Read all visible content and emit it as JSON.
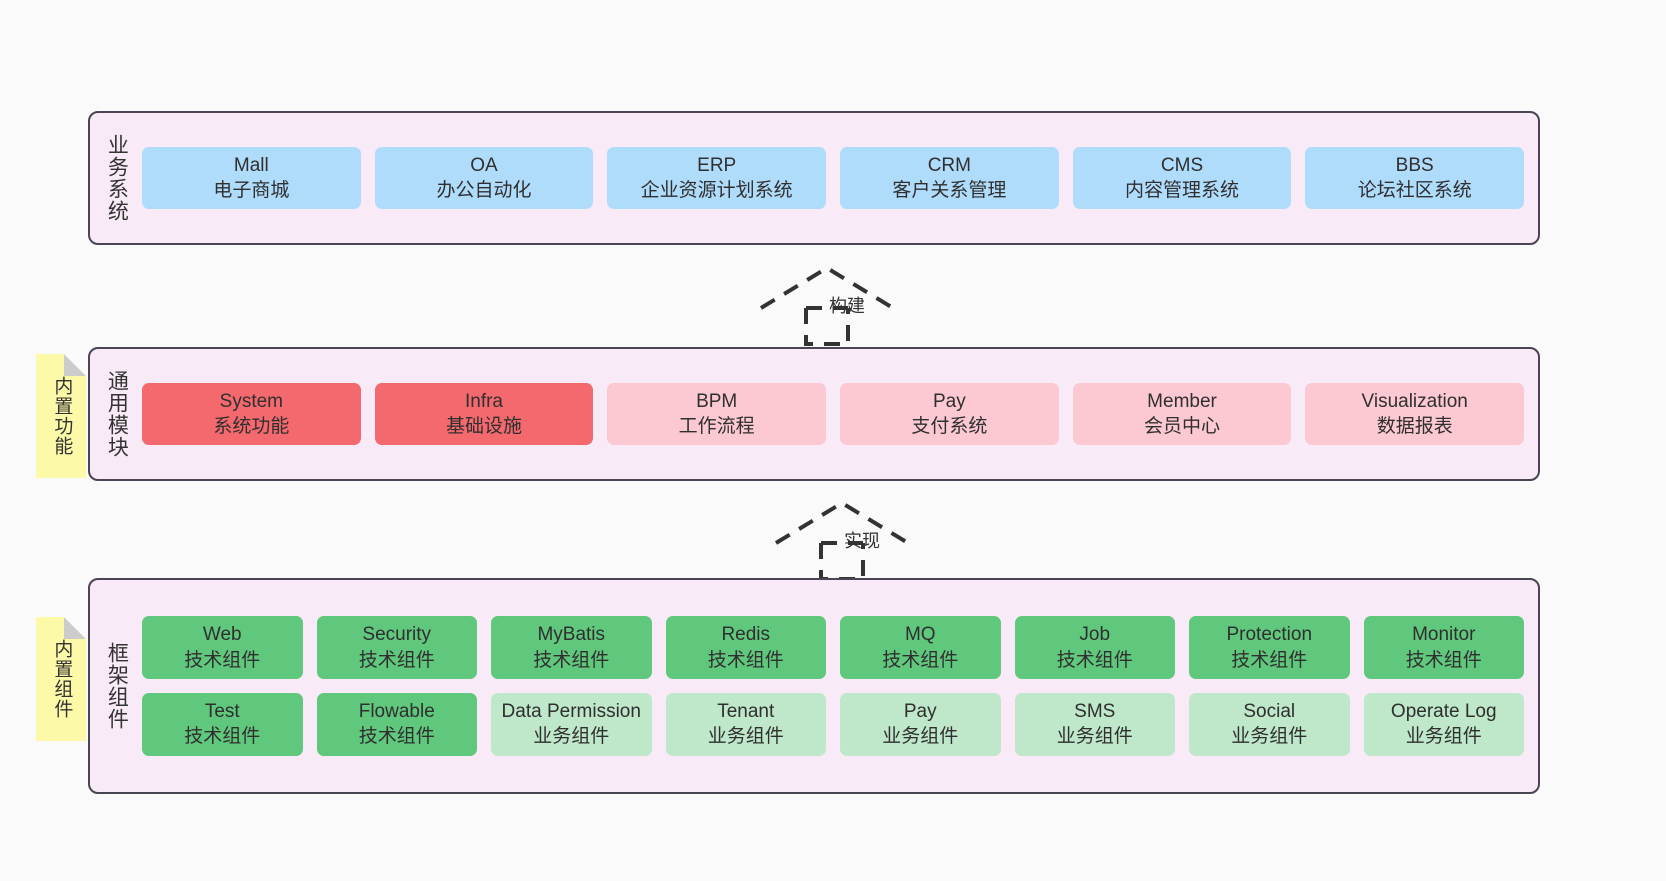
{
  "diagram": {
    "background_color": "#fafafa",
    "container_fill": "#f8eaf6",
    "container_border": "#4b4453",
    "note_fill": "#fcfaa8",
    "note_fold": "#cccccc"
  },
  "layers": [
    {
      "id": "business-system",
      "title": "业务系统",
      "note": null,
      "rows": [
        {
          "style": "blue",
          "color": "#b0dcfc",
          "cards": [
            {
              "en": "Mall",
              "cn": "电子商城"
            },
            {
              "en": "OA",
              "cn": "办公自动化"
            },
            {
              "en": "ERP",
              "cn": "企业资源计划系统"
            },
            {
              "en": "CRM",
              "cn": "客户关系管理"
            },
            {
              "en": "CMS",
              "cn": "内容管理系统"
            },
            {
              "en": "BBS",
              "cn": "论坛社区系统"
            }
          ]
        }
      ]
    },
    {
      "id": "common-module",
      "title": "通用模块",
      "note": "内置功能",
      "rows": [
        {
          "style": "mixed",
          "cards": [
            {
              "en": "System",
              "cn": "系统功能",
              "color_key": "red",
              "color": "#f4696e"
            },
            {
              "en": "Infra",
              "cn": "基础设施",
              "color_key": "red",
              "color": "#f4696e"
            },
            {
              "en": "BPM",
              "cn": "工作流程",
              "color_key": "pink",
              "color": "#fcc8d2"
            },
            {
              "en": "Pay",
              "cn": "支付系统",
              "color_key": "pink",
              "color": "#fcc8d2"
            },
            {
              "en": "Member",
              "cn": "会员中心",
              "color_key": "pink",
              "color": "#fcc8d2"
            },
            {
              "en": "Visualization",
              "cn": "数据报表",
              "color_key": "pink",
              "color": "#fcc8d2"
            }
          ]
        }
      ]
    },
    {
      "id": "framework-component",
      "title": "框架组件",
      "note": "内置组件",
      "rows": [
        {
          "style": "green",
          "color": "#60c87d",
          "cards": [
            {
              "en": "Web",
              "cn": "技术组件"
            },
            {
              "en": "Security",
              "cn": "技术组件"
            },
            {
              "en": "MyBatis",
              "cn": "技术组件"
            },
            {
              "en": "Redis",
              "cn": "技术组件"
            },
            {
              "en": "MQ",
              "cn": "技术组件"
            },
            {
              "en": "Job",
              "cn": "技术组件"
            },
            {
              "en": "Protection",
              "cn": "技术组件"
            },
            {
              "en": "Monitor",
              "cn": "技术组件"
            }
          ]
        },
        {
          "style": "lightgreen",
          "color": "#bfe7c9",
          "cards": [
            {
              "en": "Test",
              "cn": "技术组件",
              "color_key": "green",
              "color": "#60c87d"
            },
            {
              "en": "Flowable",
              "cn": "技术组件",
              "color_key": "green",
              "color": "#60c87d"
            },
            {
              "en": "Data Permission",
              "cn": "业务组件",
              "color_key": "lightgreen",
              "color": "#bfe7c9"
            },
            {
              "en": "Tenant",
              "cn": "业务组件",
              "color_key": "lightgreen",
              "color": "#bfe7c9"
            },
            {
              "en": "Pay",
              "cn": "业务组件",
              "color_key": "lightgreen",
              "color": "#bfe7c9"
            },
            {
              "en": "SMS",
              "cn": "业务组件",
              "color_key": "lightgreen",
              "color": "#bfe7c9"
            },
            {
              "en": "Social",
              "cn": "业务组件",
              "color_key": "lightgreen",
              "color": "#bfe7c9"
            },
            {
              "en": "Operate Log",
              "cn": "业务组件",
              "color_key": "lightgreen",
              "color": "#bfe7c9"
            }
          ]
        }
      ]
    }
  ],
  "connectors": [
    {
      "id": "build-arrow",
      "label": "构建"
    },
    {
      "id": "implement-arrow",
      "label": "实现"
    }
  ]
}
